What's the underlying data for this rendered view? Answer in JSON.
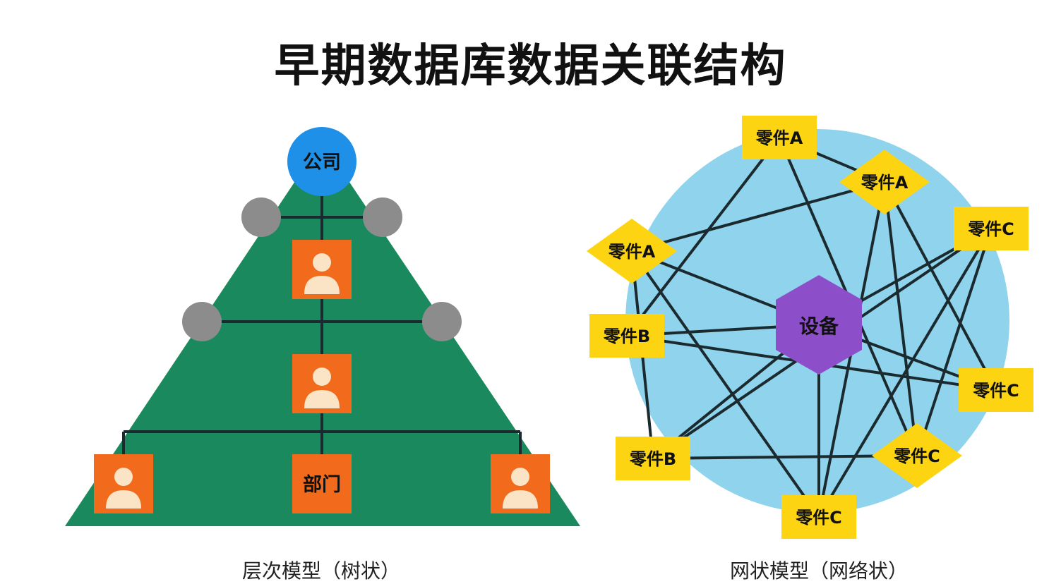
{
  "title": "早期数据库数据关联结构",
  "colors": {
    "pyramid": "#1a8a5e",
    "root_circle": "#1e90e8",
    "connector_circle": "#8c8c8c",
    "person_box": "#f26a1b",
    "person_figure": "#fbe3c6",
    "network_circle": "#8fd3ec",
    "part_node": "#fcd412",
    "center_hex": "#8d4fc9",
    "edge": "#1b2a2e"
  },
  "hierarchy": {
    "caption": "层次模型（树状）",
    "root_label": "公司",
    "department_label": "部门",
    "person_icon": "person-icon"
  },
  "network": {
    "caption": "网状模型（网络状）",
    "center_label": "设备",
    "parts": [
      {
        "label": "零件A",
        "shape": "rect"
      },
      {
        "label": "零件A",
        "shape": "diamond"
      },
      {
        "label": "零件C",
        "shape": "rect"
      },
      {
        "label": "零件A",
        "shape": "diamond"
      },
      {
        "label": "零件B",
        "shape": "rect"
      },
      {
        "label": "零件C",
        "shape": "rect"
      },
      {
        "label": "零件B",
        "shape": "rect"
      },
      {
        "label": "零件C",
        "shape": "diamond"
      },
      {
        "label": "零件C",
        "shape": "rect"
      }
    ]
  }
}
